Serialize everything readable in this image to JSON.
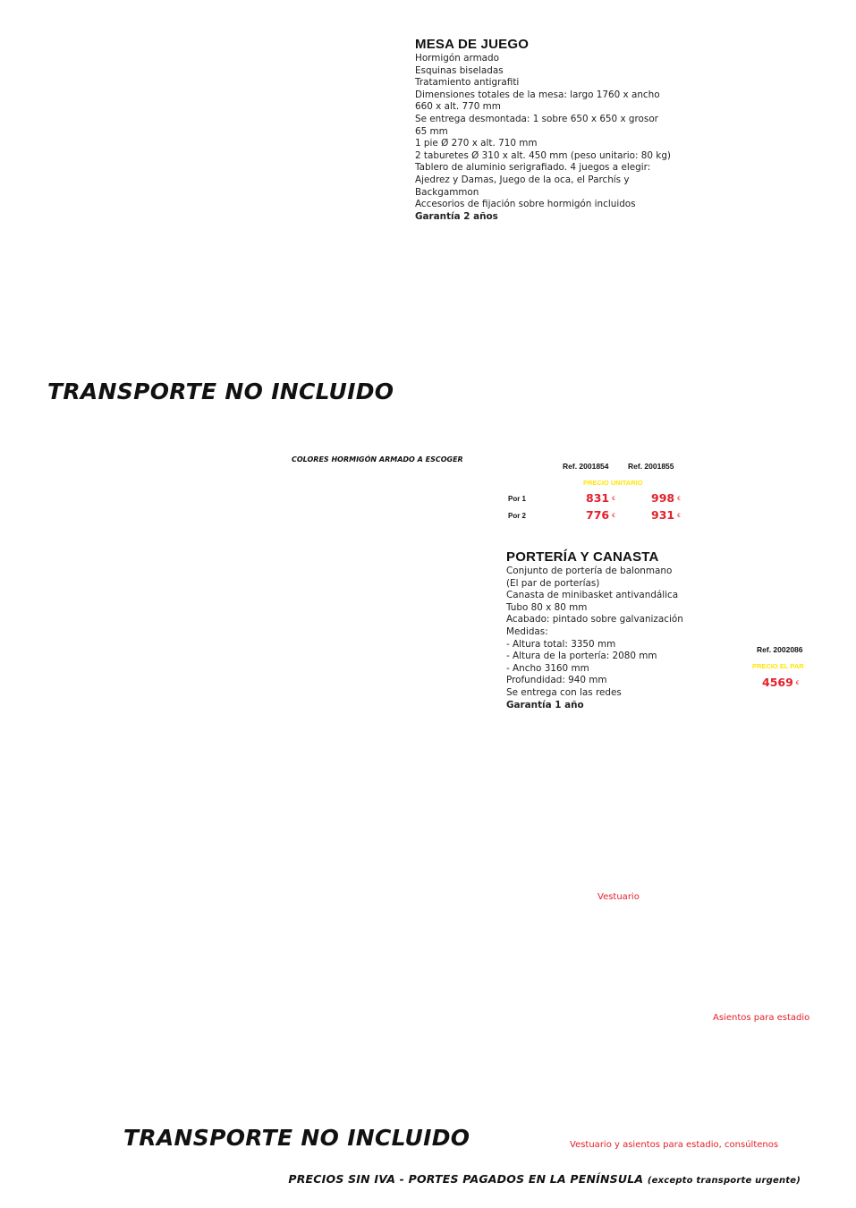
{
  "mesa": {
    "title": "MESA DE JUEGO",
    "lines": [
      "Hormigón armado",
      "Esquinas biseladas",
      "Tratamiento antigrafiti",
      "Dimensiones totales de la mesa: largo 1760 x ancho",
      "660 x alt. 770 mm",
      "Se entrega desmontada: 1 sobre 650 x 650 x grosor",
      "65 mm",
      "1 pie Ø 270 x alt. 710 mm",
      "2 taburetes Ø 310 x alt. 450 mm (peso unitario: 80 kg)",
      "Tablero de aluminio serigrafiado. 4 juegos a elegir:",
      "Ajedrez y Damas, Juego de la oca, el Parchís y",
      "Backgammon",
      "Accesorios de fijación sobre hormigón incluidos"
    ],
    "warranty": "Garantía 2 años",
    "colors_label": "COLORES HORMIGÓN ARMADO A ESCOGER",
    "refs": [
      "Ref. 2001854",
      "Ref. 2001855"
    ],
    "price_label": "PRECIO UNITARIO",
    "rows": [
      {
        "label": "Por 1",
        "prices": [
          "831",
          "998"
        ]
      },
      {
        "label": "Por 2",
        "prices": [
          "776",
          "931"
        ]
      }
    ],
    "currency": "€"
  },
  "transport_1": "TRANSPORTE NO INCLUIDO",
  "porteria": {
    "title": "PORTERÍA Y CANASTA",
    "lines": [
      "Conjunto de portería de balonmano",
      "(El par de porterías)",
      "Canasta de minibasket antivandálica",
      "Tubo 80 x 80 mm",
      "Acabado: pintado sobre galvanización",
      "Medidas:",
      "- Altura total: 3350 mm",
      "- Altura de la portería: 2080 mm",
      "- Ancho 3160 mm",
      "Profundidad: 940 mm",
      "Se entrega con las redes"
    ],
    "warranty": "Garantía 1 año",
    "ref": "Ref. 2002086",
    "price_label": "PRECIO EL PAR",
    "price": "4569",
    "currency": "€"
  },
  "vestuario_label": "Vestuario",
  "asientos_label": "Asientos para estadio",
  "transport_2": "TRANSPORTE NO INCLUIDO",
  "contact_note": "Vestuario y asientos para estadio, consúltenos",
  "footer": {
    "main": "PRECIOS SIN IVA - PORTES PAGADOS EN LA PENÍNSULA",
    "sub": "(excepto transporte urgente)"
  },
  "colors": {
    "accent_red": "#e4202a",
    "accent_yellow": "#ffe600"
  }
}
